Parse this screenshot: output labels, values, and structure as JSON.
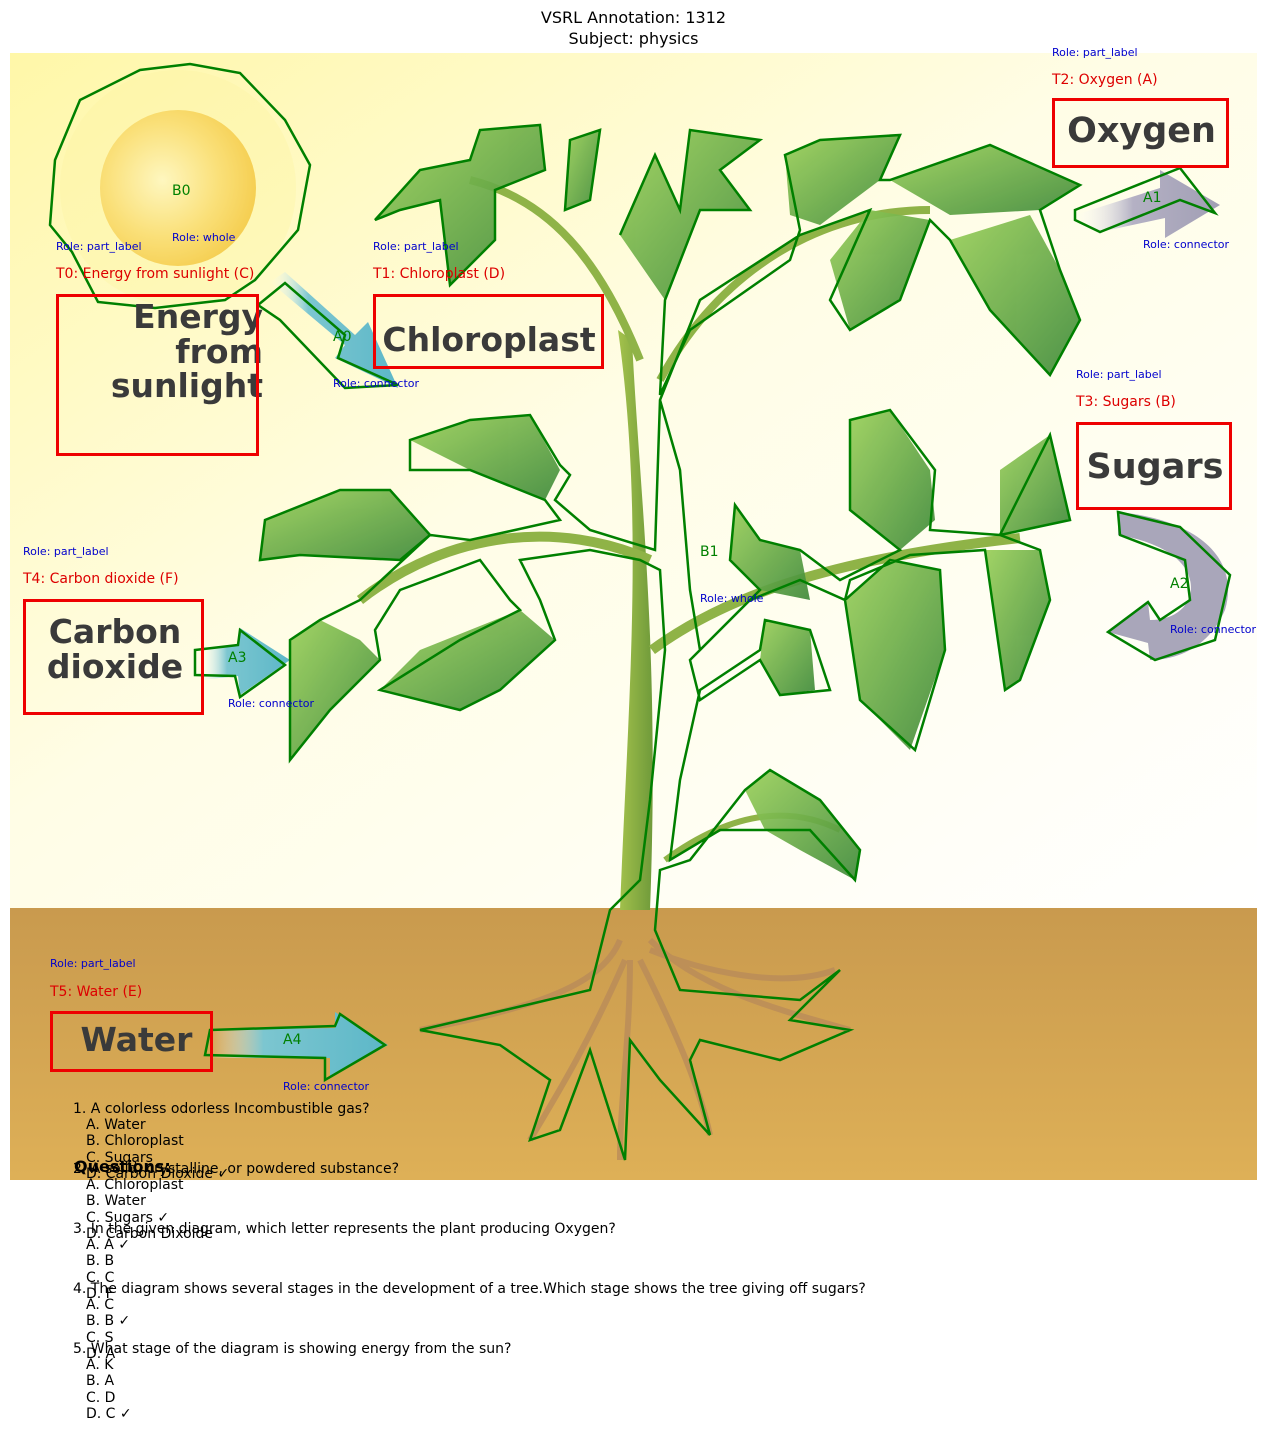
{
  "header": {
    "title_line1": "VSRL Annotation: 1312",
    "title_line2": "Subject: physics"
  },
  "diagram": {
    "words": {
      "energy": "Energy\nfrom\nsunlight",
      "chloroplast": "Chloroplast",
      "oxygen": "Oxygen",
      "sugars": "Sugars",
      "carbon": "Carbon\ndioxide",
      "water": "Water"
    },
    "texts": [
      {
        "id": "T0",
        "label": "T0: Energy from sunlight (C)",
        "role": "Role: part_label"
      },
      {
        "id": "T1",
        "label": "T1: Chloroplast (D)",
        "role": "Role: part_label"
      },
      {
        "id": "T2",
        "label": "T2: Oxygen (A)",
        "role": "Role: part_label"
      },
      {
        "id": "T3",
        "label": "T3: Sugars (B)",
        "role": "Role: part_label"
      },
      {
        "id": "T4",
        "label": "T4: Carbon dioxide (F)",
        "role": "Role: part_label"
      },
      {
        "id": "T5",
        "label": "T5: Water (E)",
        "role": "Role: part_label"
      }
    ],
    "blobs": [
      {
        "id": "B0",
        "role": "Role: whole"
      },
      {
        "id": "B1",
        "role": "Role: whole"
      }
    ],
    "arrows": [
      {
        "id": "A0",
        "role": "Role: connector"
      },
      {
        "id": "A1",
        "role": "Role: connector"
      },
      {
        "id": "A2",
        "role": "Role: connector"
      },
      {
        "id": "A3",
        "role": "Role: connector"
      },
      {
        "id": "A4",
        "role": "Role: connector"
      }
    ],
    "colors": {
      "annotation_outline": "#008000",
      "text_box": "#ee0000",
      "role_text": "#0000cc",
      "sky": "#fffbd0",
      "soil": "#d4a455",
      "arrow_blue": "#6ec0cc",
      "arrow_gray": "#a9a6ba"
    }
  },
  "questions": {
    "heading": "Questions:",
    "items": [
      {
        "q": "1. A colorless odorless Incombustible gas?",
        "options": [
          "A. Water",
          "B. Chloroplast",
          "C. Sugars",
          "D. Carbon Dioxide ✓"
        ]
      },
      {
        "q": "2. A solid, crystalline, or powdered substance?",
        "options": [
          "A. Chloroplast",
          "B. Water",
          "C. Sugars ✓",
          "D. Carbon Dixoide"
        ]
      },
      {
        "q": "3. In the given diagram, which letter represents the plant producing Oxygen?",
        "options": [
          "A. A ✓",
          "B. B",
          "C. C",
          "D. F"
        ]
      },
      {
        "q": "4. The diagram shows several stages in the development of a tree.Which stage shows the tree giving off sugars?",
        "options": [
          "A. C",
          "B. B ✓",
          "C. S",
          "D. A"
        ]
      },
      {
        "q": "5. What stage of the diagram is showing energy from the sun?",
        "options": [
          "A. K",
          "B. A",
          "C. D",
          "D. C ✓"
        ]
      }
    ]
  }
}
